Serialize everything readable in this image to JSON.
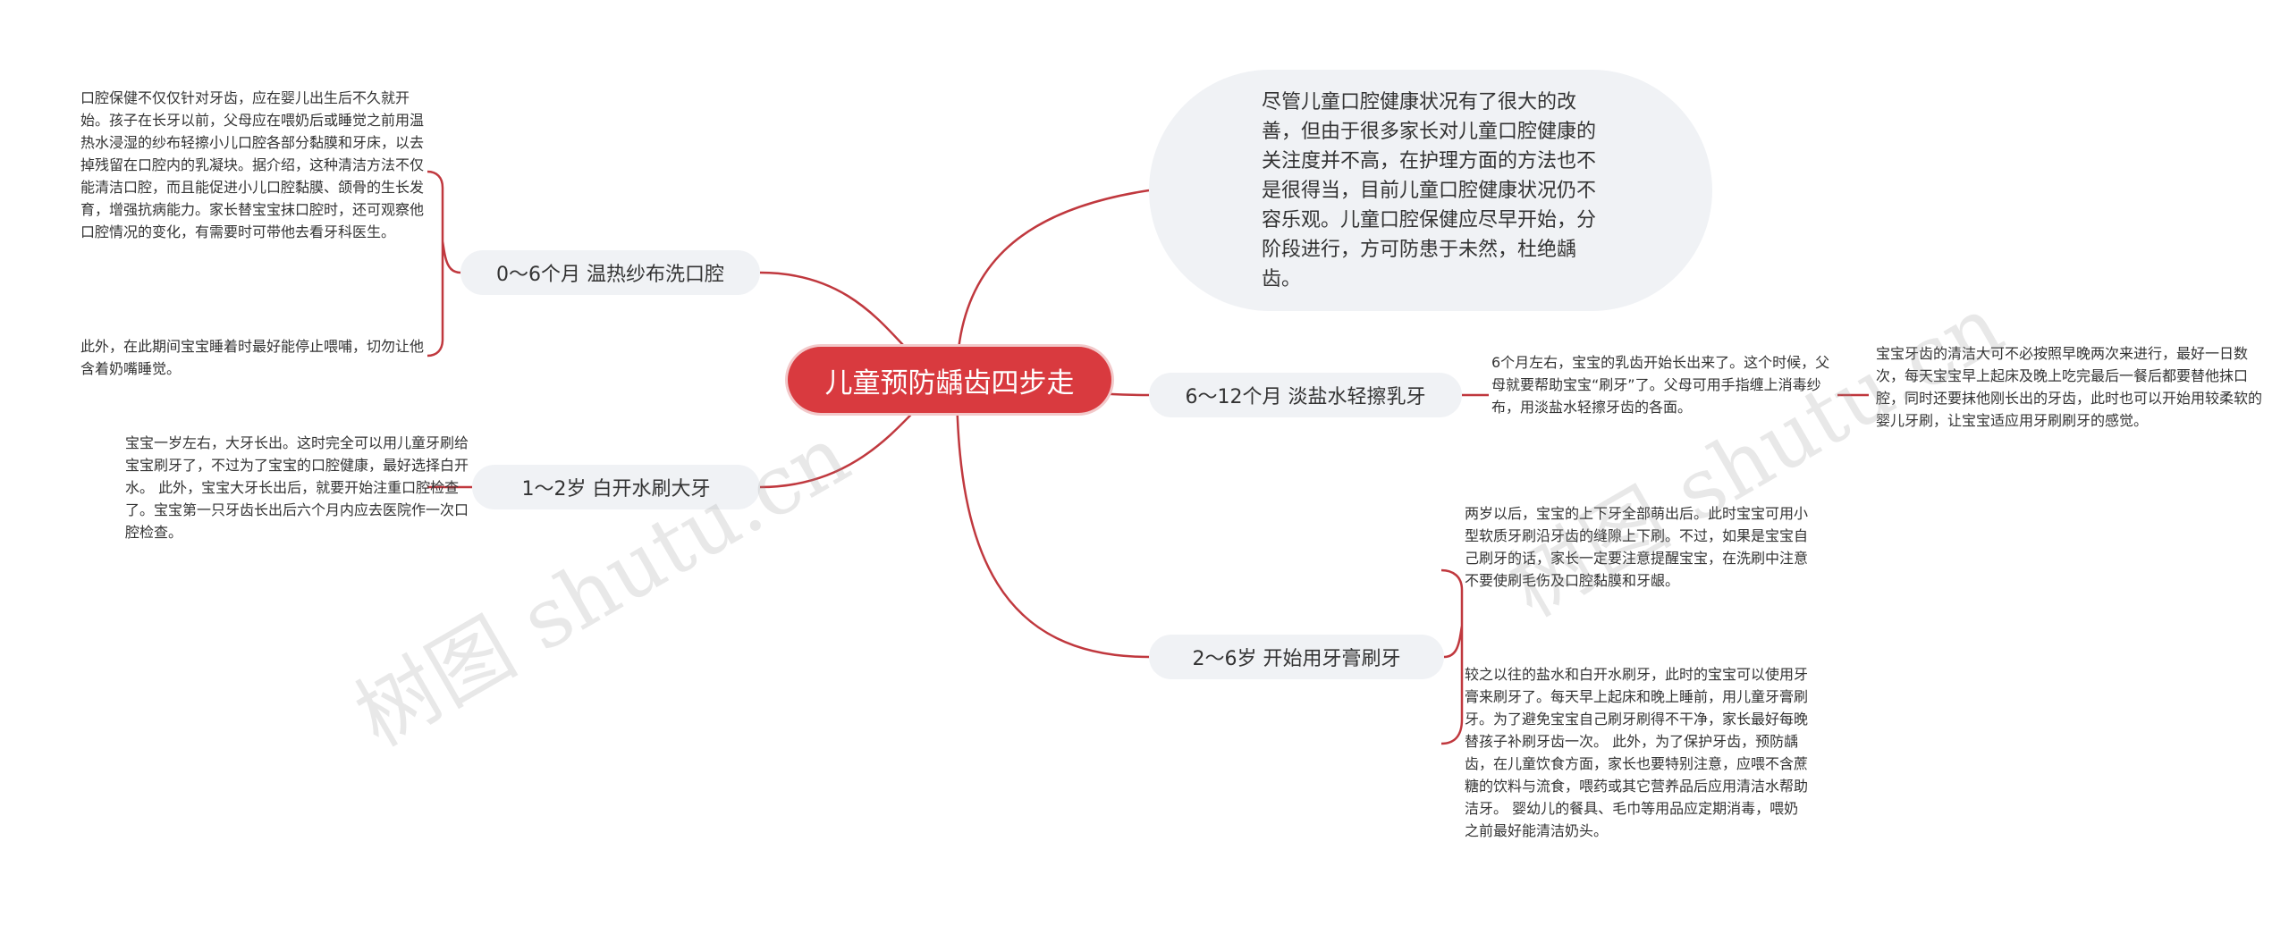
{
  "colors": {
    "accent": "#d93a3f",
    "line": "#c0383e",
    "node_bg": "#f0f2f5",
    "text": "#333333"
  },
  "root": {
    "title": "儿童预防龋齿四步走"
  },
  "intro": {
    "text": "尽管儿童口腔健康状况有了很大的改善，但由于很多家长对儿童口腔健康的关注度并不高，在护理方面的方法也不是很得当，目前儿童口腔健康状况仍不容乐观。儿童口腔保健应尽早开始，分阶段进行，方可防患于未然，杜绝龋齿。"
  },
  "branches": {
    "b0_6m": {
      "label": "0～6个月 温热纱布洗口腔",
      "leaves": [
        "口腔保健不仅仅针对牙齿，应在婴儿出生后不久就开始。孩子在长牙以前，父母应在喂奶后或睡觉之前用温热水浸湿的纱布轻擦小儿口腔各部分黏膜和牙床，以去掉残留在口腔内的乳凝块。据介绍，这种清洁方法不仅能清洁口腔，而且能促进小儿口腔黏膜、颌骨的生长发育，增强抗病能力。家长替宝宝抹口腔时，还可观察他口腔情况的变化，有需要时可带他去看牙科医生。",
        "此外，在此期间宝宝睡着时最好能停止喂哺，切勿让他含着奶嘴睡觉。"
      ]
    },
    "b1_2y": {
      "label": "1～2岁 白开水刷大牙",
      "leaves": [
        "宝宝一岁左右，大牙长出。这时完全可以用儿童牙刷给宝宝刷牙了，不过为了宝宝的口腔健康，最好选择白开水。 此外，宝宝大牙长出后，就要开始注重口腔检查了。宝宝第一只牙齿长出后六个月内应去医院作一次口腔检查。"
      ]
    },
    "b6_12m": {
      "label": "6～12个月 淡盐水轻擦乳牙",
      "leaves": [
        "6个月左右，宝宝的乳齿开始长出来了。这个时候，父母就要帮助宝宝“刷牙”了。父母可用手指缠上消毒纱布，用淡盐水轻擦牙齿的各面。"
      ],
      "sub_leaf": "宝宝牙齿的清洁大可不必按照早晚两次来进行，最好一日数次，每天宝宝早上起床及晚上吃完最后一餐后都要替他抹口腔，同时还要抹他刚长出的牙齿，此时也可以开始用较柔软的婴儿牙刷，让宝宝适应用牙刷刷牙的感觉。"
    },
    "b2_6y": {
      "label": "2～6岁 开始用牙膏刷牙",
      "leaves": [
        "两岁以后，宝宝的上下牙全部萌出后。此时宝宝可用小型软质牙刷沿牙齿的缝隙上下刷。不过，如果是宝宝自己刷牙的话，家长一定要注意提醒宝宝，在洗刷中注意不要使刷毛伤及口腔黏膜和牙龈。",
        "较之以往的盐水和白开水刷牙，此时的宝宝可以使用牙膏来刷牙了。每天早上起床和晚上睡前，用儿童牙膏刷牙。为了避免宝宝自己刷牙刷得不干净，家长最好每晚替孩子补刷牙齿一次。 此外，为了保护牙齿，预防龋齿，在儿童饮食方面，家长也要特别注意，应喂不含蔗糖的饮料与流食，喂药或其它营养品后应用清洁水帮助洁牙。 婴幼儿的餐具、毛巾等用品应定期消毒，喂奶之前最好能清洁奶头。"
      ]
    }
  },
  "watermark": {
    "text": "树图 shutu.cn"
  }
}
